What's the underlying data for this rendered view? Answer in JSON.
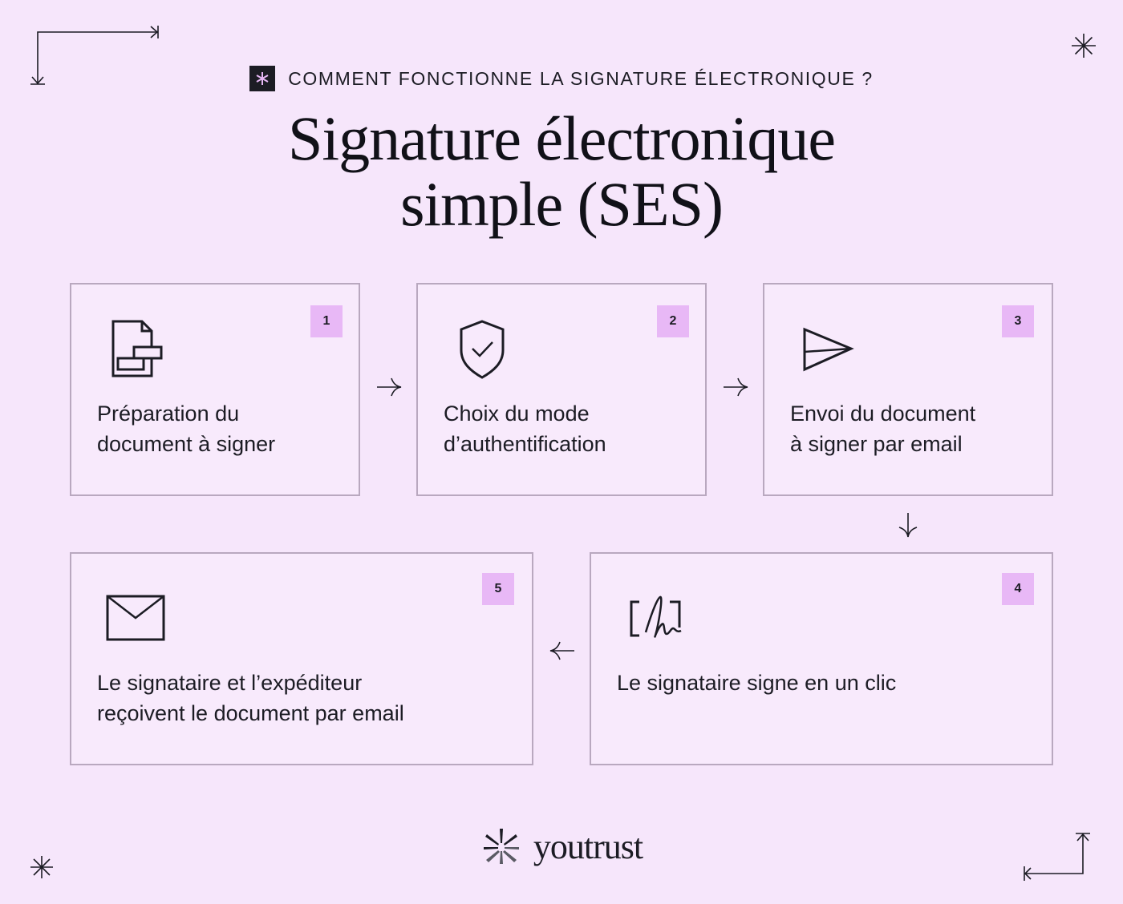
{
  "header": {
    "kicker": "COMMENT FONCTIONNE LA SIGNATURE ÉLECTRONIQUE ?",
    "title_line1": "Signature électronique",
    "title_line2": "simple (SES)"
  },
  "steps": [
    {
      "number": "1",
      "icon": "document-form-icon",
      "line1": "Préparation du",
      "line2": "document à signer"
    },
    {
      "number": "2",
      "icon": "shield-check-icon",
      "line1": "Choix du mode",
      "line2": "d’authentification"
    },
    {
      "number": "3",
      "icon": "send-icon",
      "line1": "Envoi du document",
      "line2": "à signer par email"
    },
    {
      "number": "4",
      "icon": "signature-icon",
      "line1": "Le signataire signe en un clic",
      "line2": ""
    },
    {
      "number": "5",
      "icon": "envelope-icon",
      "line1": "Le signataire et l’expéditeur",
      "line2": "reçoivent le document par email"
    }
  ],
  "footer": {
    "logo_text": "youtrust"
  },
  "colors": {
    "background": "#f6e6fb",
    "card_background": "#f8eafc",
    "card_border": "#b9a8bf",
    "badge": "#e8b8f6",
    "ink": "#1c1c24",
    "kicker_star": "#e8b8f6"
  }
}
